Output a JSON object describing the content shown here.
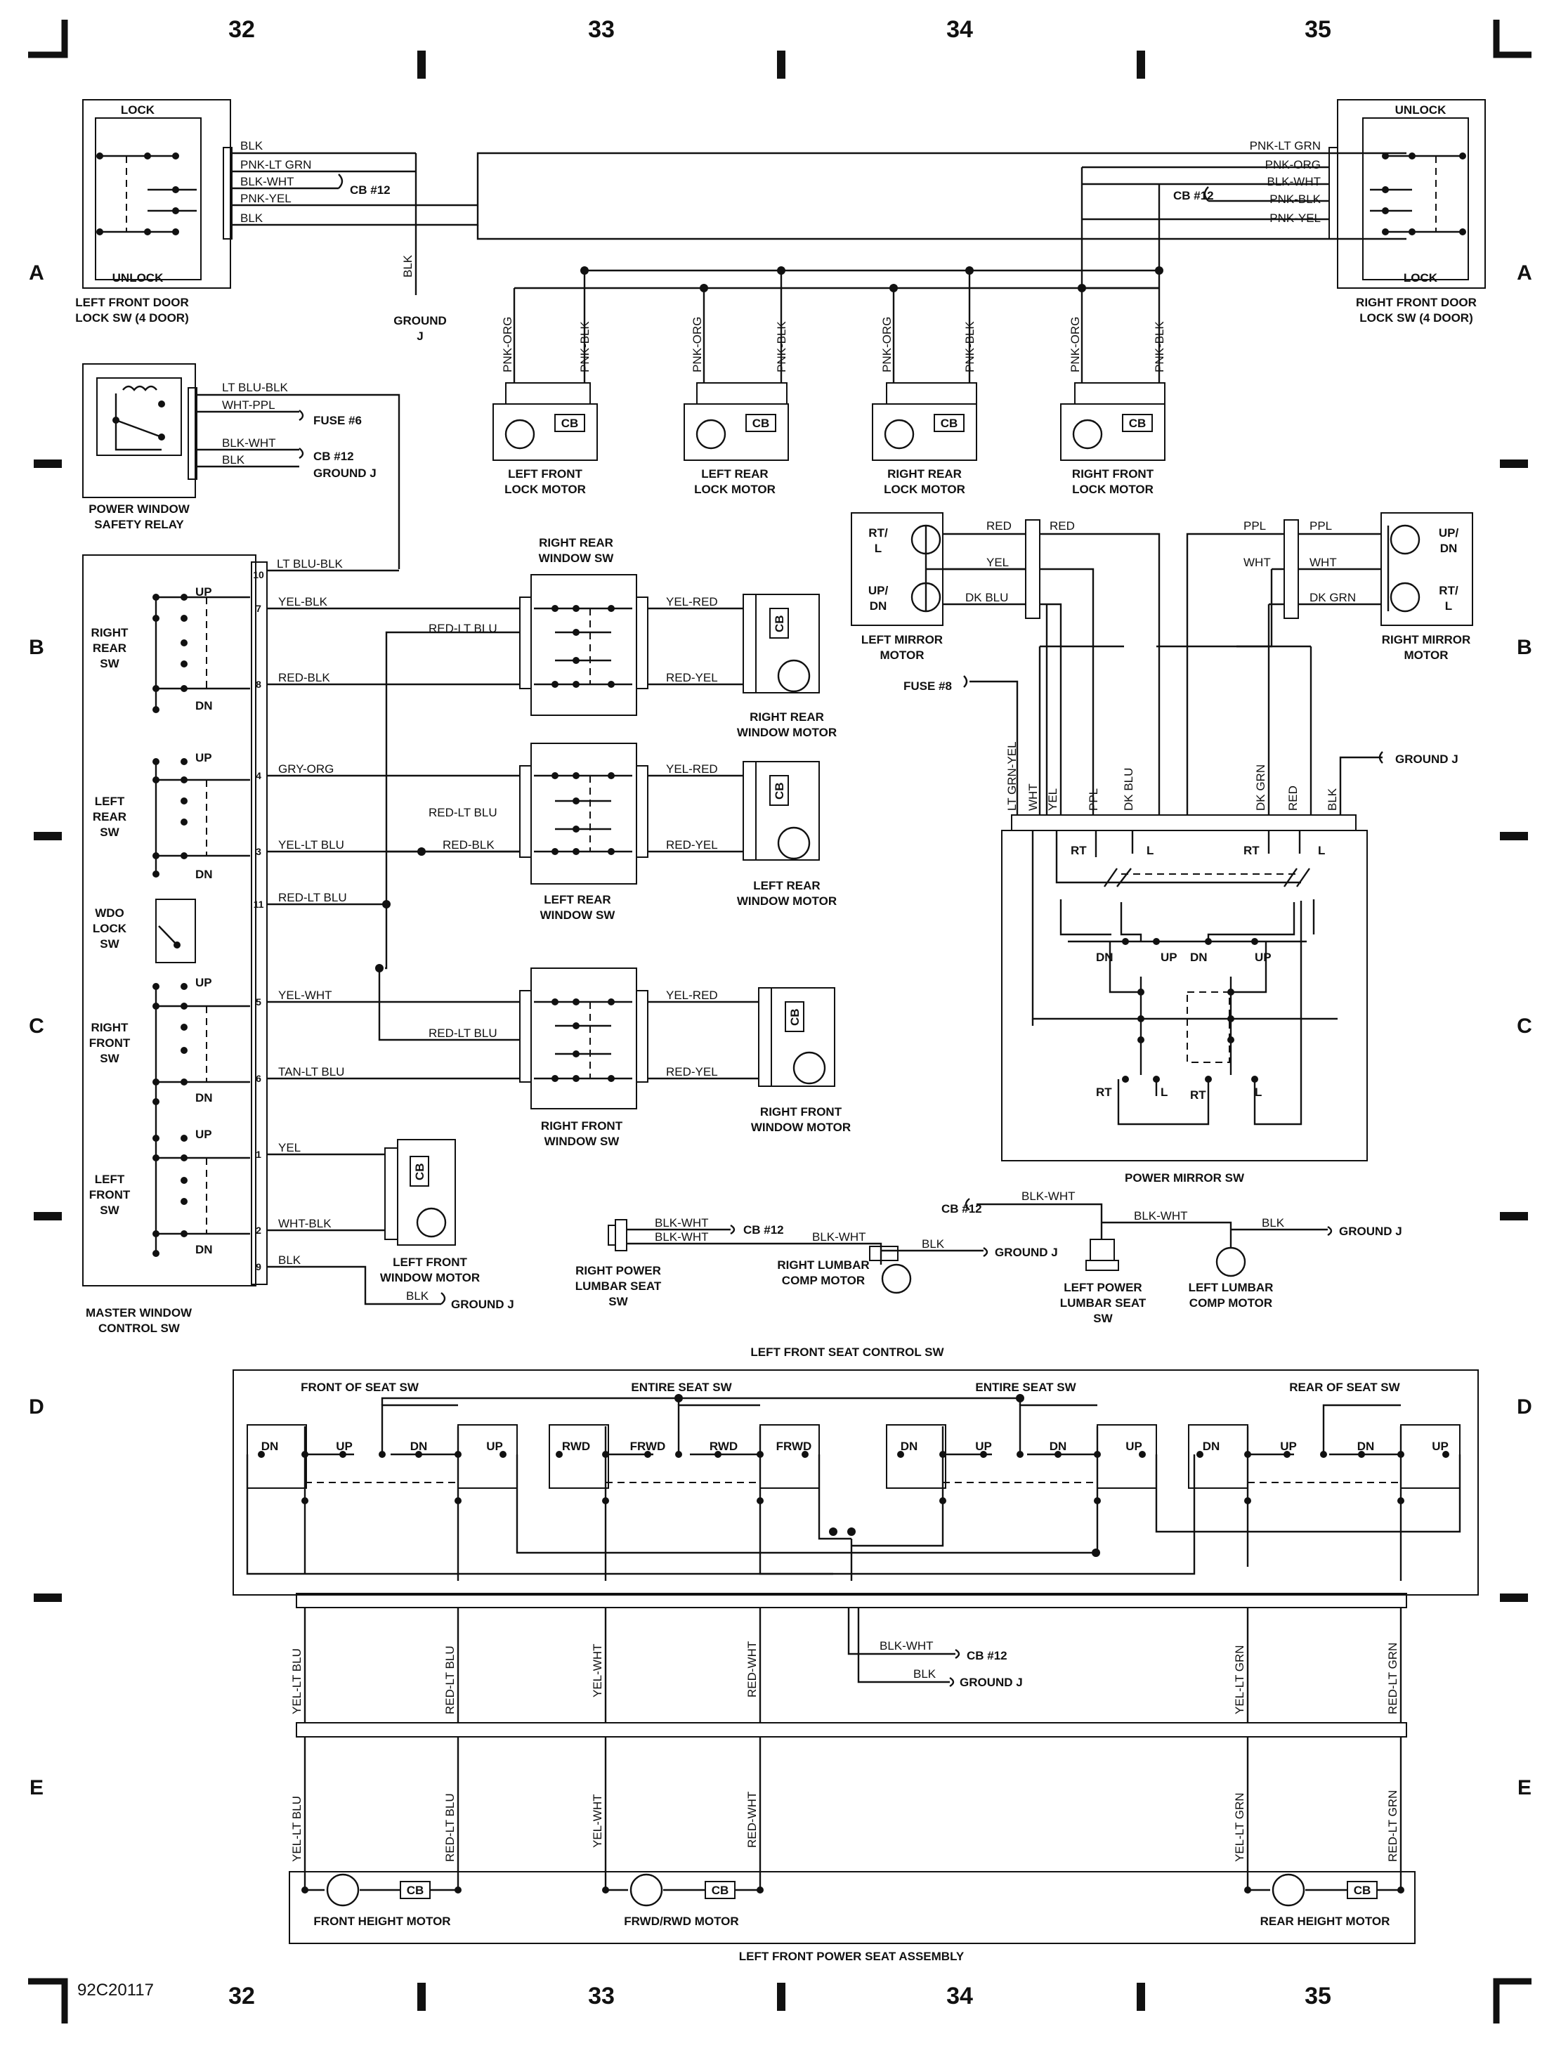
{
  "grid": {
    "columns": [
      "32",
      "33",
      "34",
      "35"
    ],
    "rows": [
      "A",
      "B",
      "C",
      "D",
      "E"
    ],
    "figure_id": "92C20117"
  },
  "door_locks": {
    "left_switch": {
      "top": "LOCK",
      "bottom": "UNLOCK",
      "name1": "LEFT FRONT DOOR",
      "name2": "LOCK SW (4 DOOR)"
    },
    "right_switch": {
      "top": "UNLOCK",
      "bottom": "LOCK",
      "name1": "RIGHT FRONT DOOR",
      "name2": "LOCK SW (4 DOOR)"
    },
    "left_wires": [
      "BLK",
      "PNK-LT GRN",
      "BLK-WHT",
      "PNK-YEL",
      "BLK"
    ],
    "right_wires": [
      "PNK-LT GRN",
      "PNK-ORG",
      "BLK-WHT",
      "PNK-BLK",
      "PNK-YEL"
    ],
    "cb12": "CB #12",
    "ground_wire": "BLK",
    "ground": "GROUND",
    "ground_j": "J",
    "motor_wire_a": "PNK-ORG",
    "motor_wire_b": "PNK-BLK",
    "cb": "CB",
    "motors": [
      {
        "l1": "LEFT FRONT",
        "l2": "LOCK MOTOR"
      },
      {
        "l1": "LEFT REAR",
        "l2": "LOCK MOTOR"
      },
      {
        "l1": "RIGHT REAR",
        "l2": "LOCK MOTOR"
      },
      {
        "l1": "RIGHT FRONT",
        "l2": "LOCK MOTOR"
      }
    ]
  },
  "relay": {
    "name1": "POWER WINDOW",
    "name2": "SAFETY RELAY",
    "wires": [
      "LT BLU-BLK",
      "WHT-PPL",
      "BLK-WHT",
      "BLK"
    ],
    "fuse6": "FUSE #6",
    "cb12": "CB #12",
    "ground_j": "GROUND J"
  },
  "master": {
    "name1": "MASTER WINDOW",
    "name2": "CONTROL SW",
    "up": "UP",
    "dn": "DN",
    "sections": [
      {
        "l1": "RIGHT",
        "l2": "REAR",
        "l3": "SW"
      },
      {
        "l1": "LEFT",
        "l2": "REAR",
        "l3": "SW"
      },
      {
        "l1": "WDO",
        "l2": "LOCK",
        "l3": "SW"
      },
      {
        "l1": "RIGHT",
        "l2": "FRONT",
        "l3": "SW"
      },
      {
        "l1": "LEFT",
        "l2": "FRONT",
        "l3": "SW"
      }
    ],
    "pins": [
      "10",
      "7",
      "8",
      "4",
      "3",
      "11",
      "5",
      "6",
      "1",
      "2",
      "9"
    ],
    "wires": [
      "LT BLU-BLK",
      "YEL-BLK",
      "RED-BLK",
      "GRY-ORG",
      "YEL-LT BLU",
      "RED-LT BLU",
      "YEL-WHT",
      "TAN-LT BLU",
      "YEL",
      "WHT-BLK",
      "BLK"
    ],
    "ground_j": "GROUND J",
    "ground_wire": "BLK"
  },
  "windows": {
    "red_lt_blu": "RED-LT BLU",
    "red_blk": "RED-BLK",
    "yel_red": "YEL-RED",
    "red_yel": "RED-YEL",
    "cb": "CB",
    "switches": [
      {
        "l1": "RIGHT REAR",
        "l2": "WINDOW SW"
      },
      {
        "l1": "LEFT REAR",
        "l2": "WINDOW SW"
      },
      {
        "l1": "RIGHT FRONT",
        "l2": "WINDOW SW"
      }
    ],
    "motors": [
      {
        "l1": "RIGHT REAR",
        "l2": "WINDOW MOTOR"
      },
      {
        "l1": "LEFT REAR",
        "l2": "WINDOW MOTOR"
      },
      {
        "l1": "RIGHT FRONT",
        "l2": "WINDOW MOTOR"
      },
      {
        "l1": "LEFT FRONT",
        "l2": "WINDOW MOTOR"
      }
    ]
  },
  "mirrors": {
    "left_name1": "LEFT MIRROR",
    "left_name2": "MOTOR",
    "right_name1": "RIGHT MIRROR",
    "right_name2": "MOTOR",
    "rtl1": "RT/",
    "rtl2": "L",
    "updn1": "UP/",
    "updn2": "DN",
    "left_wires": [
      "RED",
      "RED",
      "YEL",
      "DK BLU"
    ],
    "right_wires": [
      "PPL",
      "PPL",
      "WHT",
      "WHT",
      "DK GRN"
    ],
    "fuse8": "FUSE #8",
    "ground_j": "GROUND J",
    "switch_wires": [
      "LT GRN-YEL",
      "WHT",
      "YEL",
      "PPL",
      "DK BLU",
      "DK GRN",
      "RED",
      "BLK"
    ],
    "rt": "RT",
    "l": "L",
    "up": "UP",
    "dn": "DN",
    "switch_name": "POWER MIRROR SW"
  },
  "lumbar": {
    "blk_wht": "BLK-WHT",
    "blk": "BLK",
    "cb12": "CB #12",
    "ground_j": "GROUND J",
    "right_seat": {
      "l1": "RIGHT POWER",
      "l2": "LUMBAR SEAT",
      "l3": "SW"
    },
    "right_motor": {
      "l1": "RIGHT LUMBAR",
      "l2": "COMP MOTOR"
    },
    "left_seat": {
      "l1": "LEFT POWER",
      "l2": "LUMBAR SEAT",
      "l3": "SW"
    },
    "left_motor": {
      "l1": "LEFT LUMBAR",
      "l2": "COMP MOTOR"
    }
  },
  "seat": {
    "control_title": "LEFT FRONT SEAT CONTROL SW",
    "groups": [
      "FRONT OF SEAT SW",
      "ENTIRE SEAT SW",
      "ENTIRE SEAT SW",
      "REAR OF SEAT SW"
    ],
    "dn": "DN",
    "up": "UP",
    "rwd": "RWD",
    "frwd": "FRWD",
    "blk_wht": "BLK-WHT",
    "blk": "BLK",
    "cb12": "CB #12",
    "ground_j": "GROUND J",
    "wires": [
      "YEL-LT BLU",
      "RED-LT BLU",
      "YEL-WHT",
      "RED-WHT",
      "YEL-LT GRN",
      "RED-LT GRN"
    ],
    "cb": "CB",
    "motors": [
      "FRONT HEIGHT MOTOR",
      "FRWD/RWD MOTOR",
      "REAR HEIGHT MOTOR"
    ],
    "assembly": "LEFT FRONT POWER SEAT ASSEMBLY"
  }
}
